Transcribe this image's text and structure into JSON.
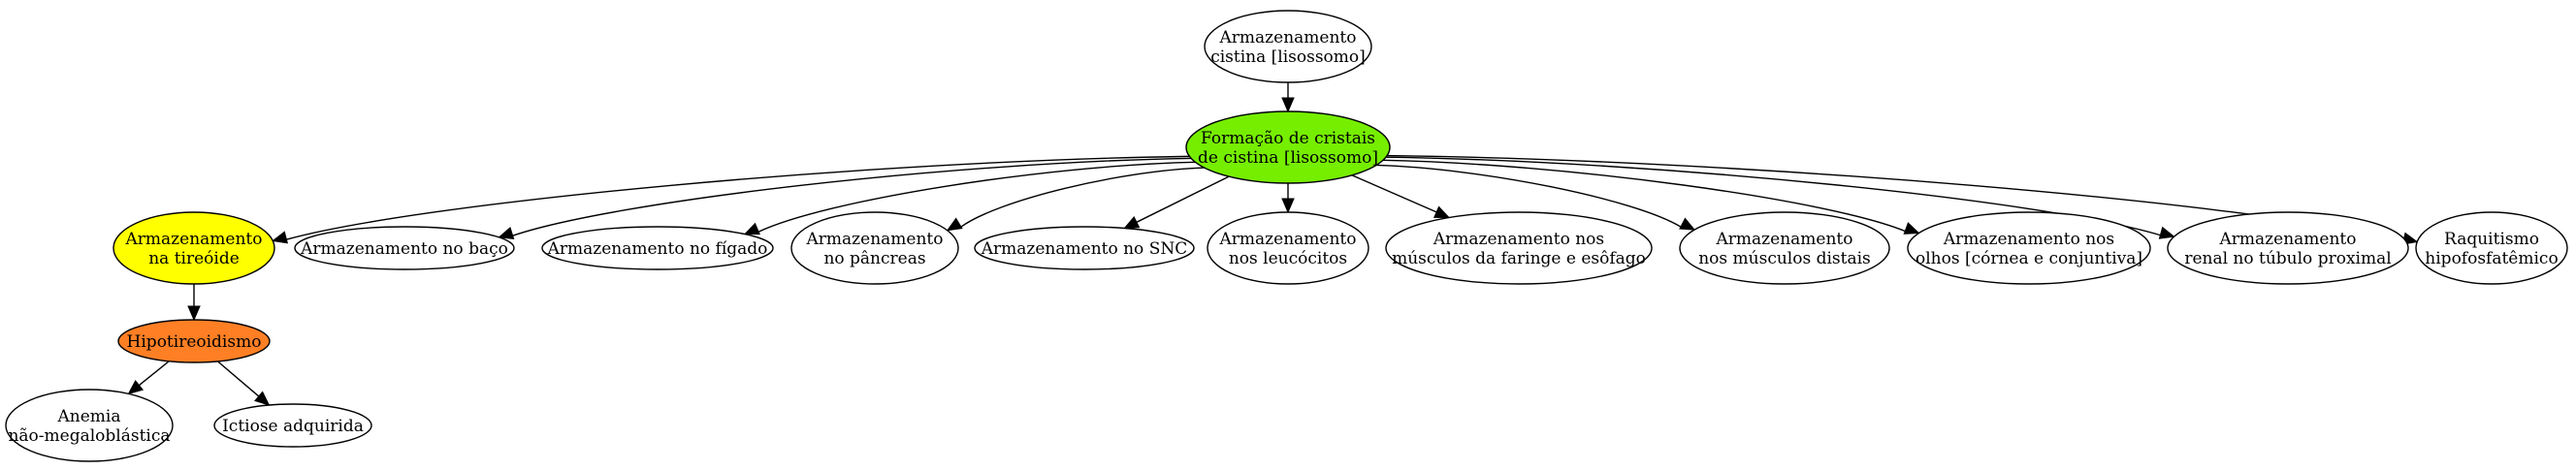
{
  "colors": {
    "default_fill": "#ffffff",
    "stroke": "#000000",
    "green": "#76ee00",
    "yellow": "#ffff00",
    "orange": "#ff7f24"
  },
  "nodes": {
    "cistina": {
      "lines": [
        "Armazenamento",
        "cistina [lisossomo]"
      ],
      "fill": "#ffffff"
    },
    "formacao": {
      "lines": [
        "Formação de cristais",
        "de cistina [lisossomo]"
      ],
      "fill": "#76ee00"
    },
    "tireoide": {
      "lines": [
        "Armazenamento",
        "na tireóide"
      ],
      "fill": "#ffff00"
    },
    "baco": {
      "lines": [
        "Armazenamento no baço"
      ],
      "fill": "#ffffff"
    },
    "figado": {
      "lines": [
        "Armazenamento no fígado"
      ],
      "fill": "#ffffff"
    },
    "pancreas": {
      "lines": [
        "Armazenamento",
        "no pâncreas"
      ],
      "fill": "#ffffff"
    },
    "snc": {
      "lines": [
        "Armazenamento no SNC"
      ],
      "fill": "#ffffff"
    },
    "leucocitos": {
      "lines": [
        "Armazenamento",
        "nos leucócitos"
      ],
      "fill": "#ffffff"
    },
    "faringe": {
      "lines": [
        "Armazenamento nos",
        "músculos da faringe e esôfago"
      ],
      "fill": "#ffffff"
    },
    "distais": {
      "lines": [
        "Armazenamento",
        "nos músculos distais"
      ],
      "fill": "#ffffff"
    },
    "olhos": {
      "lines": [
        "Armazenamento nos",
        "olhos [córnea e conjuntiva]"
      ],
      "fill": "#ffffff"
    },
    "renal": {
      "lines": [
        "Armazenamento",
        "renal no túbulo proximal"
      ],
      "fill": "#ffffff"
    },
    "raquitismo": {
      "lines": [
        "Raquitismo",
        "hipofosfatêmico"
      ],
      "fill": "#ffffff"
    },
    "hipotireoidismo": {
      "lines": [
        "Hipotireoidismo"
      ],
      "fill": "#ff7f24"
    },
    "anemia": {
      "lines": [
        "Anemia",
        "não-megaloblástica"
      ],
      "fill": "#ffffff"
    },
    "ictiose": {
      "lines": [
        "Ictiose adquirida"
      ],
      "fill": "#ffffff"
    }
  },
  "edges": [
    [
      "cistina",
      "formacao"
    ],
    [
      "formacao",
      "tireoide"
    ],
    [
      "formacao",
      "baco"
    ],
    [
      "formacao",
      "figado"
    ],
    [
      "formacao",
      "pancreas"
    ],
    [
      "formacao",
      "snc"
    ],
    [
      "formacao",
      "leucocitos"
    ],
    [
      "formacao",
      "faringe"
    ],
    [
      "formacao",
      "distais"
    ],
    [
      "formacao",
      "olhos"
    ],
    [
      "formacao",
      "renal"
    ],
    [
      "formacao",
      "raquitismo"
    ],
    [
      "tireoide",
      "hipotireoidismo"
    ],
    [
      "hipotireoidismo",
      "anemia"
    ],
    [
      "hipotireoidismo",
      "ictiose"
    ]
  ]
}
